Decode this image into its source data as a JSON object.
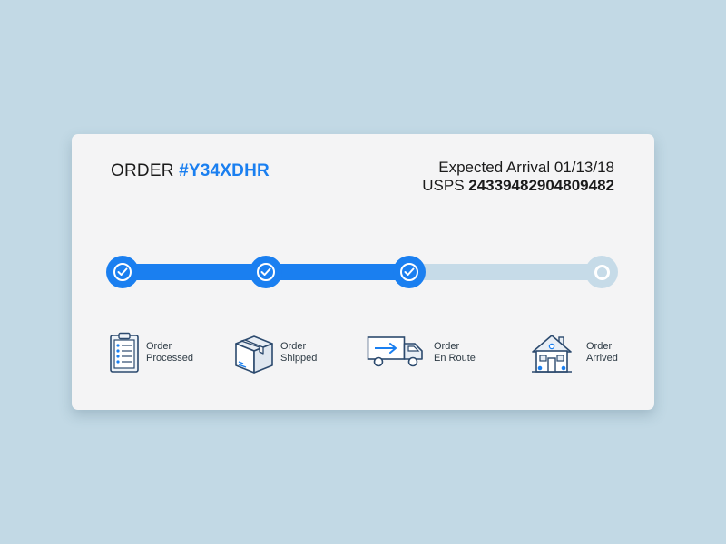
{
  "order": {
    "prefix": "ORDER",
    "id": "#Y34XDHR"
  },
  "shipping": {
    "expected_arrival": "Expected Arrival 01/13/18",
    "carrier": "USPS",
    "tracking_number": "24339482904809482"
  },
  "progress": {
    "completed_steps": 3,
    "total_steps": 4
  },
  "colors": {
    "accent": "#1a7ff0",
    "track_pending": "#c6dbe8",
    "icon_stroke": "#2c4a6e",
    "background": "#c2d9e5",
    "card": "#f4f4f5"
  },
  "steps": [
    {
      "line1": "Order",
      "line2": "Processed",
      "icon": "clipboard-checklist-icon",
      "status": "complete"
    },
    {
      "line1": "Order",
      "line2": "Shipped",
      "icon": "package-box-icon",
      "status": "complete"
    },
    {
      "line1": "Order",
      "line2": "En Route",
      "icon": "delivery-truck-icon",
      "status": "complete"
    },
    {
      "line1": "Order",
      "line2": "Arrived",
      "icon": "house-icon",
      "status": "pending"
    }
  ]
}
